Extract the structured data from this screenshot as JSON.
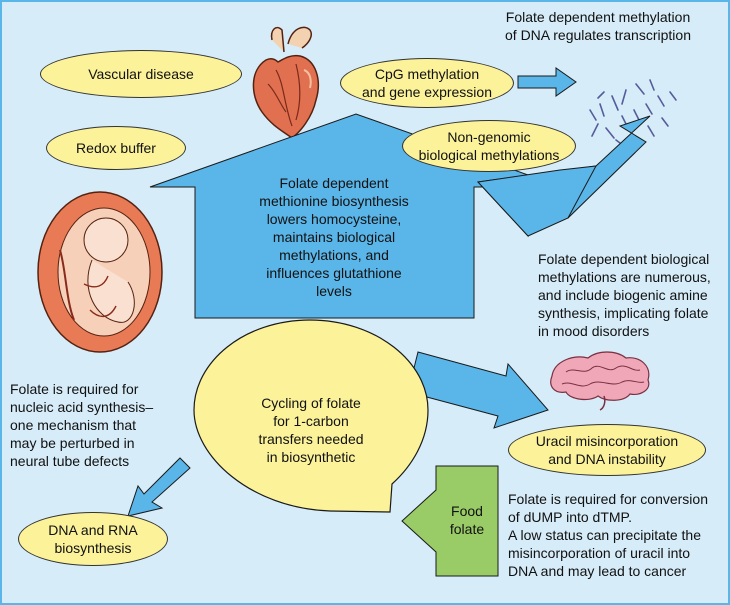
{
  "ellipses": {
    "vascular": "Vascular disease",
    "redox": "Redox buffer",
    "cpg": "CpG methylation\nand gene expression",
    "nongenomic": "Non-genomic\nbiological methylations",
    "uracil": "Uracil misincorporation\nand DNA instability",
    "dna_rna": "DNA and RNA\nbiosynthesis"
  },
  "text": {
    "dna_methylation": "Folate dependent methylation\nof DNA regulates transcription",
    "big_arrow": "Folate dependent\nmethionine biosynthesis\nlowers homocysteine,\nmaintains biological\nmethylations, and\ninfluences glutathione\nlevels",
    "biological_methylations": "Folate dependent biological\nmethylations are numerous,\nand include biogenic amine\nsynthesis, implicating folate\nin mood disorders",
    "nucleic_acid": "Folate is required for\nnucleic acid synthesis–\none mechanism that\nmay be perturbed in\nneural tube defects",
    "cycling": "Cycling of folate\nfor 1-carbon\ntransfers needed\nin biosynthetic",
    "food_folate": "Food\nfolate",
    "dtmp": "Folate is required for conversion\nof dUMP into dTMP.\nA low status can precipitate the\nmisincorporation of uracil into\nDNA and may lead to cancer"
  },
  "colors": {
    "background": "#d6ecf8",
    "ellipse_fill": "#fbf29a",
    "arrow_blue": "#5ab5e8",
    "food_green": "#99cc66",
    "circle_fill": "#fbf29a"
  }
}
